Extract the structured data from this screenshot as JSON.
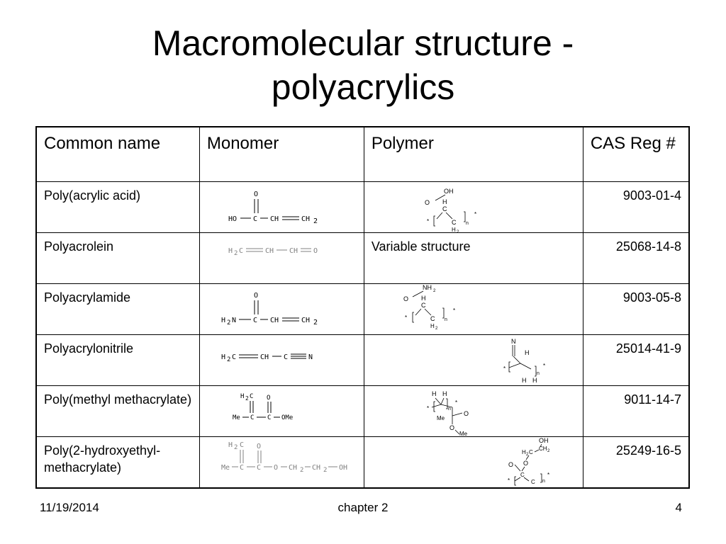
{
  "slide": {
    "title_line1": "Macromolecular structure -",
    "title_line2": "polyacrylics"
  },
  "table": {
    "headers": [
      "Common name",
      "Monomer",
      "Polymer",
      "CAS Reg #"
    ],
    "rows": [
      {
        "name": "Poly(acrylic acid)",
        "monomer": {
          "top": "O",
          "left": "HO",
          "c": "C",
          "ch": "CH",
          "end": "CH",
          "sub": "2"
        },
        "polymer": {
          "oh": "OH",
          "o": "O",
          "h": "H",
          "c": "C",
          "h2": "H",
          "sub": "2",
          "n": "n",
          "star": "*"
        },
        "cas": "9003-01-4"
      },
      {
        "name": "Polyacrolein",
        "monomer": {
          "h": "H",
          "sub": "2",
          "c": "C",
          "ch1": "CH",
          "ch2": "CH",
          "o": "O"
        },
        "polymer_text": "Variable structure",
        "cas": "25068-14-8"
      },
      {
        "name": "Polyacrylamide",
        "monomer": {
          "top": "O",
          "h": "H",
          "sub": "2",
          "n": "N",
          "c": "C",
          "ch": "CH",
          "end": "CH"
        },
        "polymer": {
          "nh": "NH",
          "sub": "2",
          "o": "O",
          "h": "H",
          "c": "C",
          "h2": "H",
          "n": "n",
          "star": "*"
        },
        "cas": "9003-05-8"
      },
      {
        "name": "Polyacrylonitrile",
        "monomer": {
          "h": "H",
          "sub": "2",
          "c": "C",
          "ch": "CH",
          "c2": "C",
          "n": "N"
        },
        "polymer": {
          "n_atom": "N",
          "h": "H",
          "n": "n",
          "star": "*"
        },
        "cas": "25014-41-9"
      },
      {
        "name": "Poly(methyl methacrylate)",
        "monomer": {
          "h": "H",
          "sub": "2",
          "c": "C",
          "o": "O",
          "me": "Me",
          "ome": "OMe"
        },
        "polymer": {
          "h": "H",
          "o": "O",
          "me": "Me",
          "n": "n",
          "star": "*"
        },
        "cas": "9011-14-7"
      },
      {
        "name": "Poly(2-hydroxyethyl-methacrylate)",
        "monomer": {
          "h": "H",
          "sub": "2",
          "c": "C",
          "o": "O",
          "me": "Me",
          "ch": "CH",
          "oh": "OH"
        },
        "polymer": {
          "oh": "OH",
          "h": "H",
          "c": "C",
          "sub": "2",
          "ch": "CH",
          "o": "O",
          "n": "n",
          "star": "*"
        },
        "cas": "25249-16-5"
      }
    ]
  },
  "footer": {
    "date": "11/19/2014",
    "chapter": "chapter 2",
    "page": "4"
  }
}
